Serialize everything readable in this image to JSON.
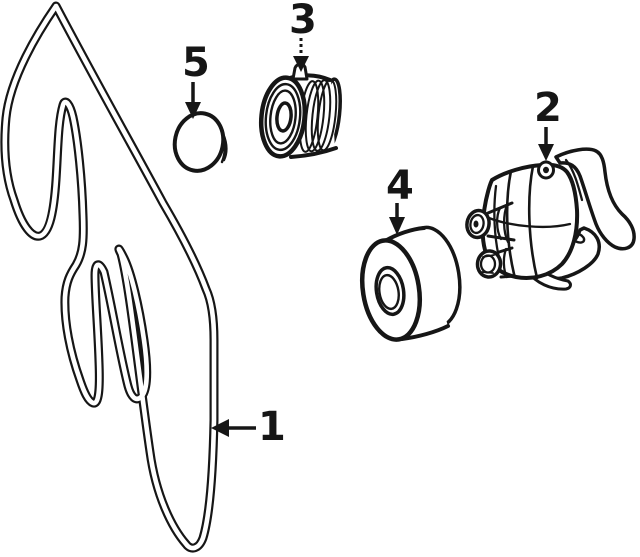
{
  "diagram": {
    "background_color": "#ffffff",
    "line_color": "#161616",
    "style": "black-and-white exploded parts line drawing",
    "callouts": [
      {
        "number": "1",
        "arrow_direction": "left",
        "arrow_line_style": "solid"
      },
      {
        "number": "2",
        "arrow_direction": "down",
        "arrow_line_style": "solid"
      },
      {
        "number": "3",
        "arrow_direction": "down",
        "arrow_line_style": "dashed"
      },
      {
        "number": "4",
        "arrow_direction": "down",
        "arrow_line_style": "solid"
      },
      {
        "number": "5",
        "arrow_direction": "down",
        "arrow_line_style": "solid"
      }
    ]
  }
}
